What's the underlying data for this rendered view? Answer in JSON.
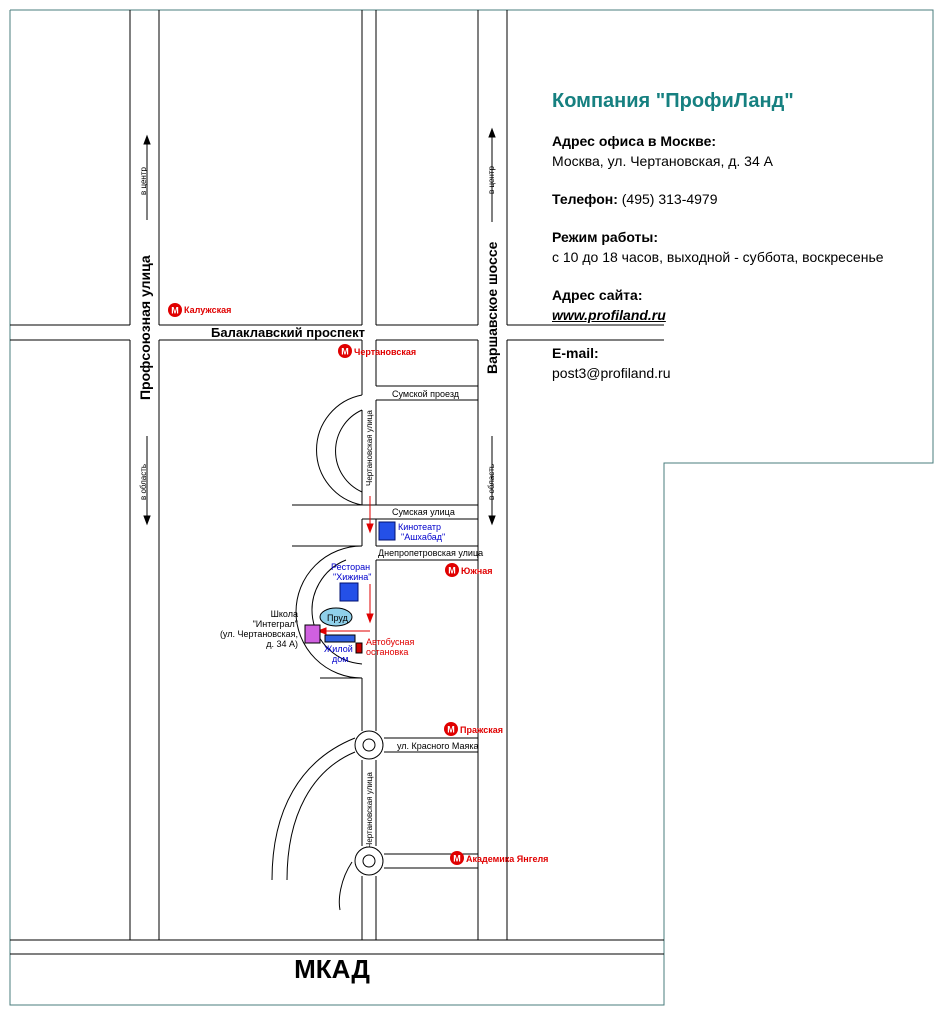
{
  "company": {
    "title": "Компания \"ПрофиЛанд\"",
    "office_label": "Адрес офиса в Москве:",
    "office_address": "Москва, ул. Чертановская, д. 34 А",
    "phone_label": "Телефон:",
    "phone_value": "(495) 313-4979",
    "hours_label": "Режим работы:",
    "hours_value": "с 10 до 18 часов, выходной - суббота, воскресенье",
    "site_label": "Адрес сайта:",
    "site_value": "www.profiland.ru",
    "email_label": "E-mail:",
    "email_value": "post3@profiland.ru"
  },
  "map": {
    "streets": {
      "profsoyuznaya": "Профсоюзная улица",
      "varshavskoe": "Варшавское шоссе",
      "balaklavsky": "Балаклавский проспект",
      "chertanovskaya_1": "Чертановская улица",
      "chertanovskaya_2": "Чертановская улица",
      "sumskoy_proezd": "Сумской проезд",
      "sumskaya": "Сумская улица",
      "dnepropetrovskaya": "Днепропетровская улица",
      "krasnogo_mayaka": "ул. Красного Маяка",
      "mkad": "МКАД"
    },
    "directions": {
      "to_center_left": "в центр",
      "to_region_left": "в область",
      "to_center_right": "в центр",
      "to_region_right": "в область"
    },
    "metro_symbol": "М",
    "metro": {
      "kaluzhskaya": "Калужская",
      "chertanovskaya": "Чертановская",
      "yuzhnaya": "Южная",
      "prazhskaya": "Пражская",
      "akademika_yangelya": "Академика Янгеля"
    },
    "places": {
      "cinema_1": "Кинотеатр",
      "cinema_2": "\"Ашхабад\"",
      "restaurant_1": "Ресторан",
      "restaurant_2": "\"Хижина\"",
      "pond": "Пруд",
      "school_1": "Школа",
      "school_2": "\"Интеграл\"",
      "school_3": "(ул. Чертановская,",
      "school_4": "д. 34 А)",
      "bus_stop_1": "Автобусная",
      "bus_stop_2": "остановка",
      "residential_1": "Жилой",
      "residential_2": "дом"
    },
    "colors": {
      "teal": "#168080",
      "metro_red": "#e00000",
      "place_blue": "#0000cc",
      "route_red": "#e00000"
    }
  }
}
